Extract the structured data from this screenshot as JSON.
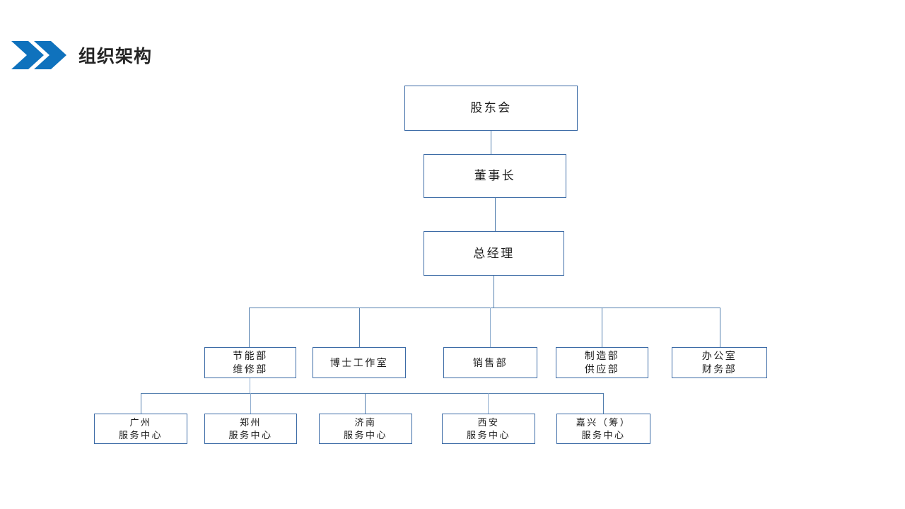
{
  "header": {
    "title": "组织架构",
    "icon": "double-chevron-right-icon",
    "accent_color": "#0f72bd"
  },
  "theme": {
    "box_border_color": "#3c6ba6",
    "connector_color": "#537fae",
    "background_color": "#ffffff",
    "text_color": "#1b1b1b"
  },
  "chart_data": {
    "type": "diagram",
    "title": "组织架构",
    "orientation": "top-down",
    "levels": [
      {
        "level": 1,
        "nodes": [
          {
            "id": "shareholders",
            "lines": [
              "股东会"
            ]
          }
        ]
      },
      {
        "level": 2,
        "nodes": [
          {
            "id": "chairman",
            "lines": [
              "董事长"
            ]
          }
        ]
      },
      {
        "level": 3,
        "nodes": [
          {
            "id": "general-manager",
            "lines": [
              "总经理"
            ]
          }
        ]
      },
      {
        "level": 4,
        "nodes": [
          {
            "id": "energy-maintenance",
            "lines": [
              "节能部",
              "维修部"
            ]
          },
          {
            "id": "doctoral-studio",
            "lines": [
              "博士工作室"
            ]
          },
          {
            "id": "sales",
            "lines": [
              "销售部"
            ]
          },
          {
            "id": "manufacturing-supply",
            "lines": [
              "制造部",
              "供应部"
            ]
          },
          {
            "id": "office-finance",
            "lines": [
              "办公室",
              "财务部"
            ]
          }
        ]
      },
      {
        "level": 5,
        "nodes": [
          {
            "id": "guangzhou-center",
            "lines": [
              "广州",
              "服务中心"
            ]
          },
          {
            "id": "zhengzhou-center",
            "lines": [
              "郑州",
              "服务中心"
            ]
          },
          {
            "id": "jinan-center",
            "lines": [
              "济南",
              "服务中心"
            ]
          },
          {
            "id": "xian-center",
            "lines": [
              "西安",
              "服务中心"
            ]
          },
          {
            "id": "jiaxing-center",
            "lines": [
              "嘉兴（筹）",
              "服务中心"
            ]
          }
        ]
      }
    ],
    "edges": [
      {
        "from": "shareholders",
        "to": "chairman"
      },
      {
        "from": "chairman",
        "to": "general-manager"
      },
      {
        "from": "general-manager",
        "to": "energy-maintenance"
      },
      {
        "from": "general-manager",
        "to": "doctoral-studio"
      },
      {
        "from": "general-manager",
        "to": "sales"
      },
      {
        "from": "general-manager",
        "to": "manufacturing-supply"
      },
      {
        "from": "general-manager",
        "to": "office-finance"
      },
      {
        "from": "energy-maintenance",
        "to": "guangzhou-center"
      },
      {
        "from": "energy-maintenance",
        "to": "zhengzhou-center"
      },
      {
        "from": "energy-maintenance",
        "to": "jinan-center"
      },
      {
        "from": "energy-maintenance",
        "to": "xian-center"
      },
      {
        "from": "energy-maintenance",
        "to": "jiaxing-center"
      }
    ]
  }
}
